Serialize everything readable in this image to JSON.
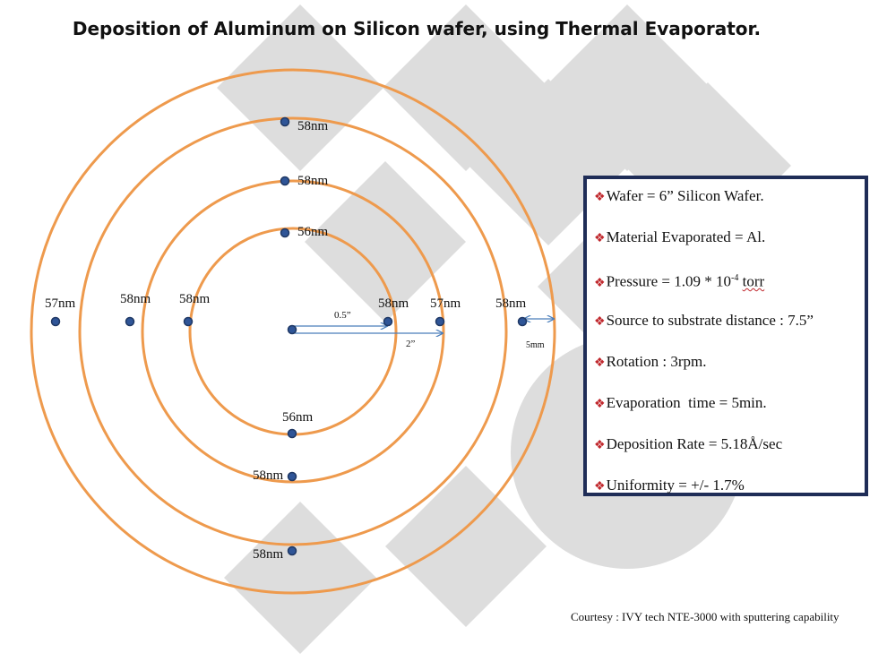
{
  "title": "Deposition of Aluminum on Silicon wafer, using Thermal Evaporator.",
  "colors": {
    "ring": "#ee9a4d",
    "point": "#2f5597",
    "arrow": "#4a7ebb",
    "box_border": "#1f2d57",
    "bullet": "#c0282d",
    "background_shape": "#dddddd"
  },
  "measurements": [
    {
      "label": "58nm"
    },
    {
      "label": "58nm"
    },
    {
      "label": "56nm"
    },
    {
      "label": "57nm"
    },
    {
      "label": "58nm"
    },
    {
      "label": "58nm"
    },
    {
      "label": "58nm"
    },
    {
      "label": "57nm"
    },
    {
      "label": "58nm"
    },
    {
      "label": "56nm"
    },
    {
      "label": "58nm"
    },
    {
      "label": "58nm"
    }
  ],
  "dimensions": {
    "inner_radius": "0.5”",
    "outer_radius": "2”",
    "edge_gap": "5mm"
  },
  "specs": {
    "bullet_icon": "diamond-bullet-icon",
    "wafer": "Wafer = 6” Silicon Wafer.",
    "material": "Material Evaporated = Al.",
    "pressure_prefix": "Pressure = 1.09 * 10",
    "pressure_exponent": "-4",
    "pressure_unit": "torr",
    "distance": "Source to substrate distance : 7.5”",
    "rotation": "Rotation : 3rpm.",
    "evaporation_time": "Evaporation  time = 5min.",
    "deposition_rate": "Deposition Rate = 5.18Å/sec",
    "uniformity": "Uniformity = +/- 1.7%"
  },
  "courtesy": "Courtesy : IVY tech NTE-3000 with sputtering capability"
}
